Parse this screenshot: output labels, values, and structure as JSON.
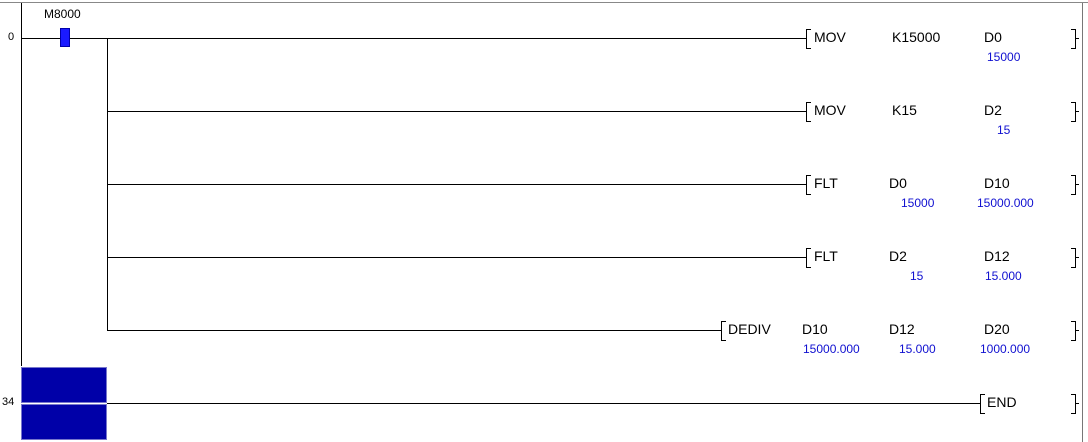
{
  "rung0": {
    "step": "0",
    "contact": "M8000",
    "instructions": [
      {
        "mnemonic": "MOV",
        "op1": "K15000",
        "op1_val": "",
        "op2": "D0",
        "op2_val": "15000"
      },
      {
        "mnemonic": "MOV",
        "op1": "K15",
        "op1_val": "",
        "op2": "D2",
        "op2_val": "15"
      },
      {
        "mnemonic": "FLT",
        "op1": "D0",
        "op1_val": "15000",
        "op2": "D10",
        "op2_val": "15000.000"
      },
      {
        "mnemonic": "FLT",
        "op1": "D2",
        "op1_val": "15",
        "op2": "D12",
        "op2_val": "15.000"
      },
      {
        "mnemonic": "DEDIV",
        "op0": "D10",
        "op0_val": "15000.000",
        "op1": "D12",
        "op1_val": "15.000",
        "op2": "D20",
        "op2_val": "1000.000"
      }
    ]
  },
  "rung1": {
    "step": "34",
    "instruction": "END"
  },
  "colors": {
    "monitor_value": "#1010d0",
    "cursor": "#0000a8",
    "contact_on": "#1a1aff"
  }
}
